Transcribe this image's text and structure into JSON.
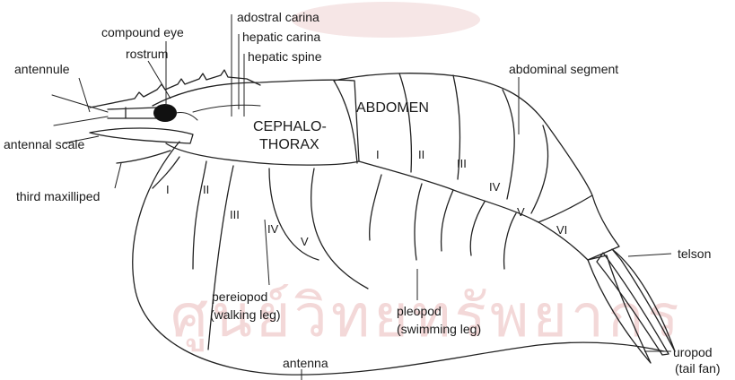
{
  "labels": {
    "compound_eye": "compound eye",
    "adostral_carina": "adostral carina",
    "hepatic_carina": "hepatic carina",
    "hepatic_spine": "hepatic spine",
    "antennule": "antennule",
    "rostrum": "rostrum",
    "abdominal_segment": "abdominal segment",
    "cephalo_line1": "CEPHALO-",
    "cephalo_line2": "THORAX",
    "abdomen": "ABDOMEN",
    "antennal_scale": "antennal scale",
    "third_maxilliped": "third maxilliped",
    "telson": "telson",
    "pereiopod_line1": "pereiopod",
    "pereiopod_line2": "(walking leg)",
    "pleopod_line1": "pleopod",
    "pleopod_line2": "(swimming leg)",
    "uropod_line1": "uropod",
    "uropod_line2": "(tail fan)",
    "antenna": "antenna"
  },
  "abdominal_numerals": [
    "I",
    "II",
    "III",
    "IV",
    "V",
    "VI"
  ],
  "walking_leg_numerals": [
    "I",
    "II",
    "III",
    "IV",
    "V"
  ],
  "watermark_text": "ศูนย์วิทยทรัพยากร",
  "colors": {
    "line": "#222222",
    "watermark": "#f3d8d8",
    "background": "#ffffff"
  }
}
